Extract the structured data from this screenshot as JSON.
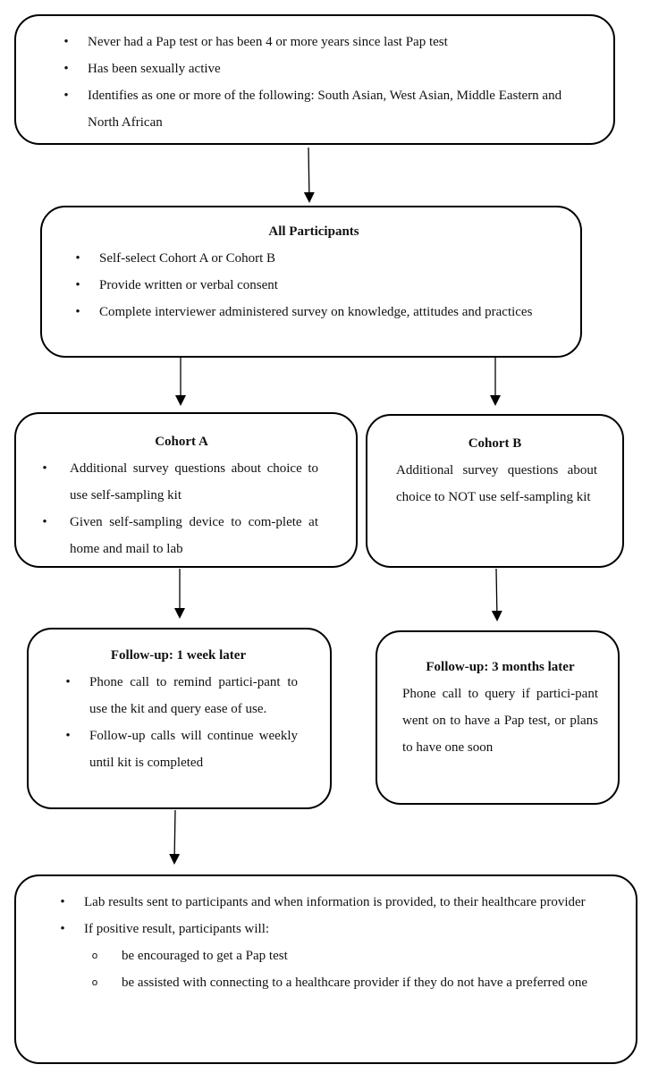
{
  "eligibility": {
    "items": [
      "Never had a Pap test or has been 4 or more years since last Pap test",
      "Has been sexually active",
      "Identifies as one or more of the following: South Asian, West Asian, Middle Eastern and North African"
    ]
  },
  "all_participants": {
    "title": "All Participants",
    "items": [
      "Self-select Cohort A or Cohort B",
      "Provide written or verbal consent",
      "Complete interviewer administered survey on knowledge, attitudes and practices"
    ]
  },
  "cohort_a": {
    "title": "Cohort A",
    "items": [
      "Additional survey questions about choice to use self-sampling kit",
      "Given self-sampling device to com-plete at home and mail to lab"
    ]
  },
  "cohort_b": {
    "title": "Cohort B",
    "text": "Additional survey questions about choice to NOT use self-sampling kit"
  },
  "followup_a": {
    "title": "Follow-up: 1 week later",
    "items": [
      "Phone call to remind partici-pant to use the kit and query ease of use.",
      "Follow-up calls will continue weekly until kit is completed"
    ]
  },
  "followup_b": {
    "title": "Follow-up: 3 months later",
    "text": "Phone call to query if partici-pant went on to have a Pap test, or plans to have one soon"
  },
  "results": {
    "items": [
      "Lab results sent to participants and when information is provided, to their healthcare provider",
      "If positive result, participants will:"
    ],
    "sub_items": [
      "be encouraged to get a Pap test",
      "be assisted with connecting to a healthcare provider if they do not have a preferred one"
    ]
  }
}
